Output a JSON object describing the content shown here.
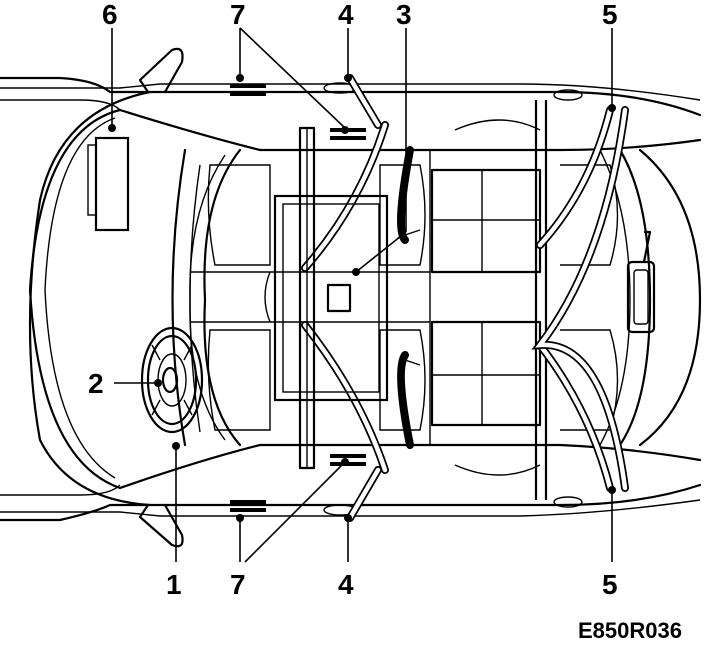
{
  "figure": {
    "drawing_code": "E850R036",
    "callouts": {
      "c6_top": "6",
      "c7_top": "7",
      "c4_top": "4",
      "c3_top": "3",
      "c5_top": "5",
      "c2_left": "2",
      "c1_bottom": "1",
      "c7_bottom": "7",
      "c4_bottom": "4",
      "c5_bottom": "5"
    }
  }
}
